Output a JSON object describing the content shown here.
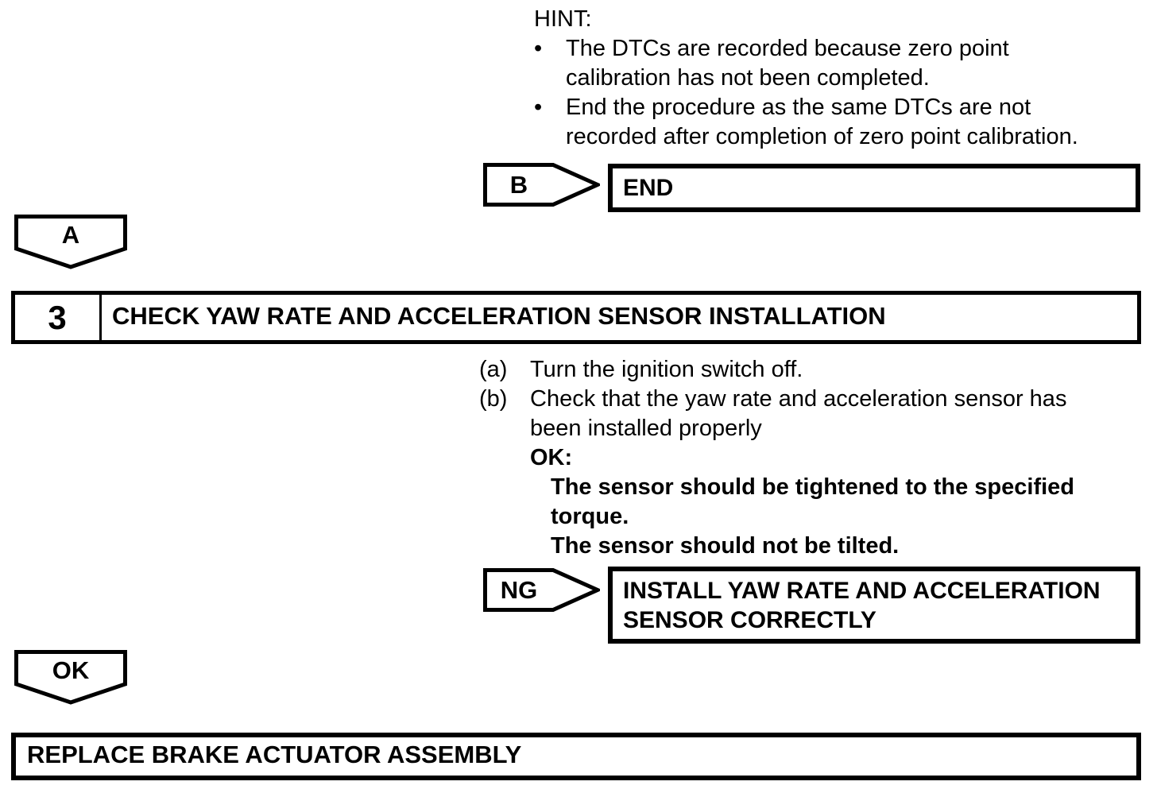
{
  "hint": {
    "label": "HINT:",
    "bullet_char": "•",
    "bullets": [
      "The DTCs are recorded because zero point\ncalibration has not been completed.",
      "End the procedure as the same DTCs are not\nrecorded after completion of zero point calibration."
    ]
  },
  "branch_b": {
    "connector_label": "B",
    "result_label": "END"
  },
  "connector_a": {
    "label": "A"
  },
  "step3": {
    "number": "3",
    "title": "CHECK YAW RATE AND ACCELERATION SENSOR INSTALLATION",
    "substeps": [
      {
        "marker": "(a)",
        "text": "Turn the ignition switch off."
      },
      {
        "marker": "(b)",
        "text": "Check that the yaw rate and acceleration sensor has\nbeen installed properly"
      }
    ],
    "ok_label": "OK:",
    "ok_criteria": [
      "The sensor should be tightened to the specified\ntorque.",
      "The sensor should not be tilted."
    ]
  },
  "branch_ng": {
    "connector_label": "NG",
    "result_label": "INSTALL YAW RATE AND ACCELERATION\nSENSOR CORRECTLY"
  },
  "connector_ok": {
    "label": "OK"
  },
  "final_action": {
    "label": "REPLACE BRAKE ACTUATOR ASSEMBLY"
  },
  "colors": {
    "ink": "#000000",
    "paper": "#ffffff"
  }
}
